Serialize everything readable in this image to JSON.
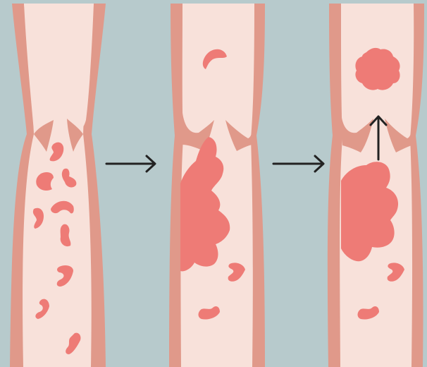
{
  "colors": {
    "background": "#b7cacc",
    "vessel_wall": "#e0998a",
    "vessel_lumen": "#f8e1da",
    "clot": "#ee7b76",
    "arrow": "#222222"
  },
  "stages": [
    {
      "id": "stage-1",
      "icon": "vein-with-open-valve-and-scattered-clots"
    },
    {
      "id": "stage-2",
      "icon": "vein-with-clot-forming-at-valve"
    },
    {
      "id": "stage-3",
      "icon": "vein-with-clot-breaking-off-embolus"
    }
  ],
  "arrows": [
    "right-arrow-icon",
    "right-arrow-icon",
    "up-arrow-icon"
  ]
}
